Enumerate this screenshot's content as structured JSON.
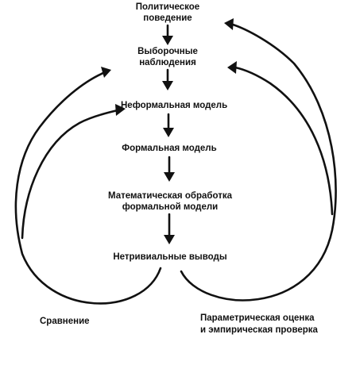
{
  "nodes": [
    {
      "lines": [
        "Политическое",
        "поведение"
      ]
    },
    {
      "lines": [
        "Выборочные",
        "наблюдения"
      ]
    },
    {
      "lines": [
        "Неформальная модель"
      ]
    },
    {
      "lines": [
        "Формальная модель"
      ]
    },
    {
      "lines": [
        "Математическая обработка",
        "формальной модели"
      ]
    },
    {
      "lines": [
        "Нетривиальные выводы"
      ]
    }
  ],
  "loop_labels": {
    "left": [
      "Сравнение"
    ],
    "right": [
      "Параметрическая оценка",
      "и эмпирическая проверка"
    ]
  }
}
